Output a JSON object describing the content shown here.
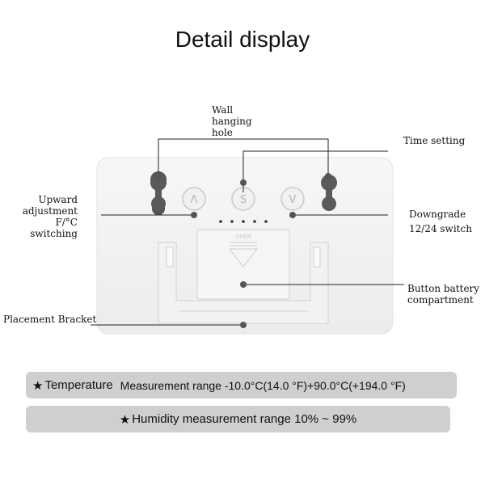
{
  "title": "Detail display",
  "labels": {
    "wall_hole_1": "Wall",
    "wall_hole_2": "hanging",
    "wall_hole_3": "hole",
    "time_setting": "Time setting",
    "upward_1": "Upward",
    "upward_2": "adjustment",
    "upward_3": "F/°C switching",
    "down_1": "Downgrade",
    "down_2": "12/24 switch",
    "battery_1": "Button battery",
    "battery_2": "compartment",
    "bracket": "Placement Bracket"
  },
  "buttons": {
    "up": "Λ",
    "set": "S",
    "down": "V"
  },
  "cover_text": "OPEN",
  "specs": {
    "star": "★",
    "temp_name": "Temperature",
    "temp_range": "Measurement range -10.0°C(14.0 °F)+90.0°C(+194.0 °F)",
    "humidity": "Humidity measurement range 10% ~ 99%"
  },
  "colors": {
    "device": "#f3f3f3",
    "spec_bar": "#cfcfcf",
    "line": "#222222"
  }
}
